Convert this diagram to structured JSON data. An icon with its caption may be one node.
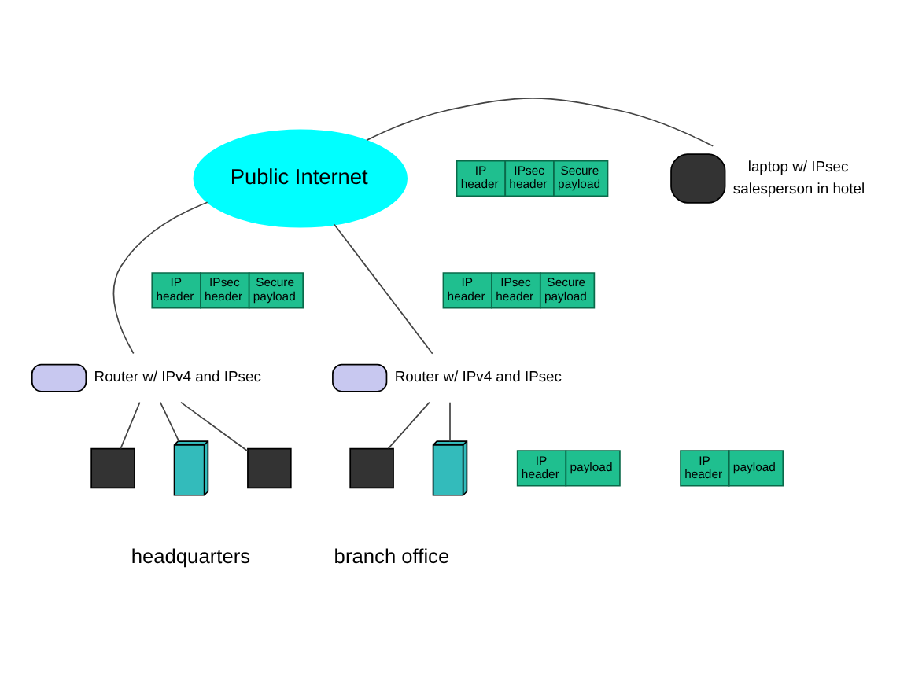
{
  "diagram": {
    "nodes": [
      {
        "text": [
          "Public Internet"
        ]
      },
      {
        "text": [],
        "shape": "laptop",
        "beside": [
          "laptop w/ IPsec",
          "salesperson in hotel"
        ]
      },
      {
        "text": [],
        "shape": "router",
        "beside": [
          "Router w/ IPv4 and IPsec"
        ]
      },
      {
        "text": [],
        "shape": "router",
        "beside": [
          "Router w/ IPv4 and IPsec"
        ]
      },
      {
        "text": [],
        "shape": "server"
      },
      {
        "text": [],
        "shape": "computer"
      },
      {
        "text": [],
        "shape": "computer"
      },
      {
        "text": [],
        "shape": "server"
      },
      {
        "text": [],
        "shape": "computer"
      }
    ],
    "edges": [
      {
        "from": 0,
        "to": 1,
        "arrow": "none"
      },
      {
        "from": 0,
        "to": 2,
        "arrow": "none"
      },
      {
        "from": 0,
        "to": 3,
        "arrow": "none"
      },
      {
        "from": 2,
        "to": 4,
        "arrow": "none"
      },
      {
        "from": 2,
        "to": 5,
        "arrow": "none"
      },
      {
        "from": 2,
        "to": 6,
        "arrow": "none"
      },
      {
        "from": 3,
        "to": 7,
        "arrow": "none"
      },
      {
        "from": 3,
        "to": 8,
        "arrow": "none"
      }
    ],
    "labels": [
      "IP header",
      "IPsec header",
      "Secure payload",
      "IP header",
      "IPsec header",
      "Secure payload",
      "IP header",
      "IPsec header",
      "Secure payload",
      "IP header",
      "payload",
      "IP header",
      "payload",
      "headquarters",
      "branch office"
    ]
  }
}
